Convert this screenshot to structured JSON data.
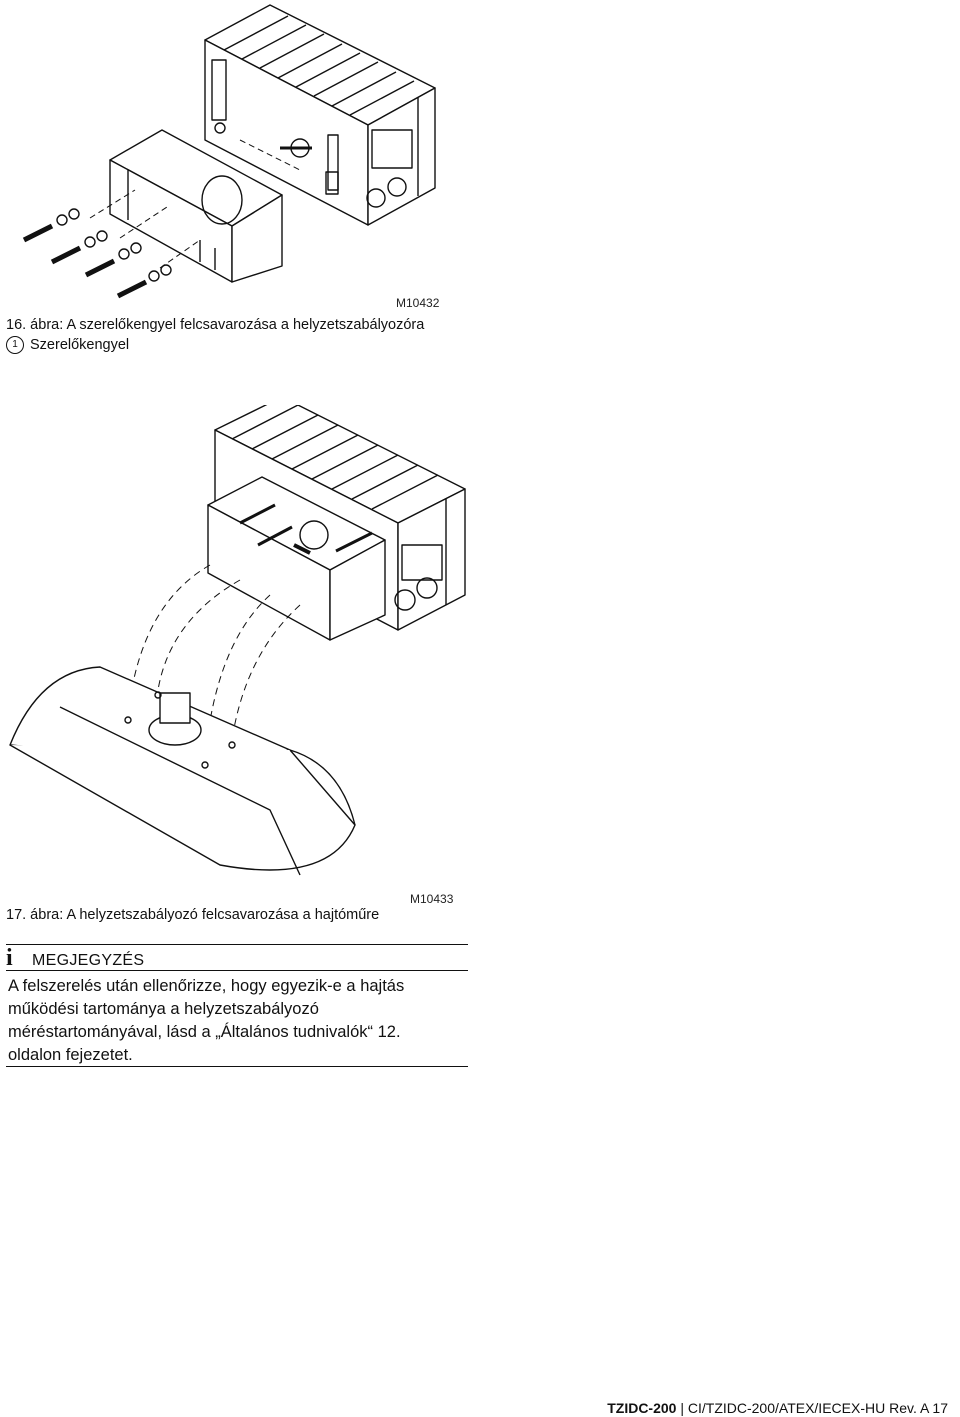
{
  "figure16": {
    "code": "M10432",
    "caption": "16. ábra: A szerelőkengyel felcsavarozása a helyzetszabályozóra",
    "callout_number": "1",
    "callout_text": "Szerelőkengyel"
  },
  "figure17": {
    "code": "M10433",
    "caption": "17. ábra: A helyzetszabályozó felcsavarozása a hajtóműre"
  },
  "note": {
    "icon": "i",
    "heading": "MEGJEGYZÉS",
    "lines": [
      "A felszerelés után ellenőrizze, hogy egyezik-e a hajtás",
      "működési tartománya a helyzetszabályozó",
      "méréstartományával, lásd a „Általános tudnivalók“ 12.",
      "oldalon fejezetet."
    ]
  },
  "footer": {
    "product": "TZIDC-200",
    "separator": "|",
    "doc": "CI/TZIDC-200/ATEX/IECEX-HU Rev. A",
    "page": "17"
  }
}
